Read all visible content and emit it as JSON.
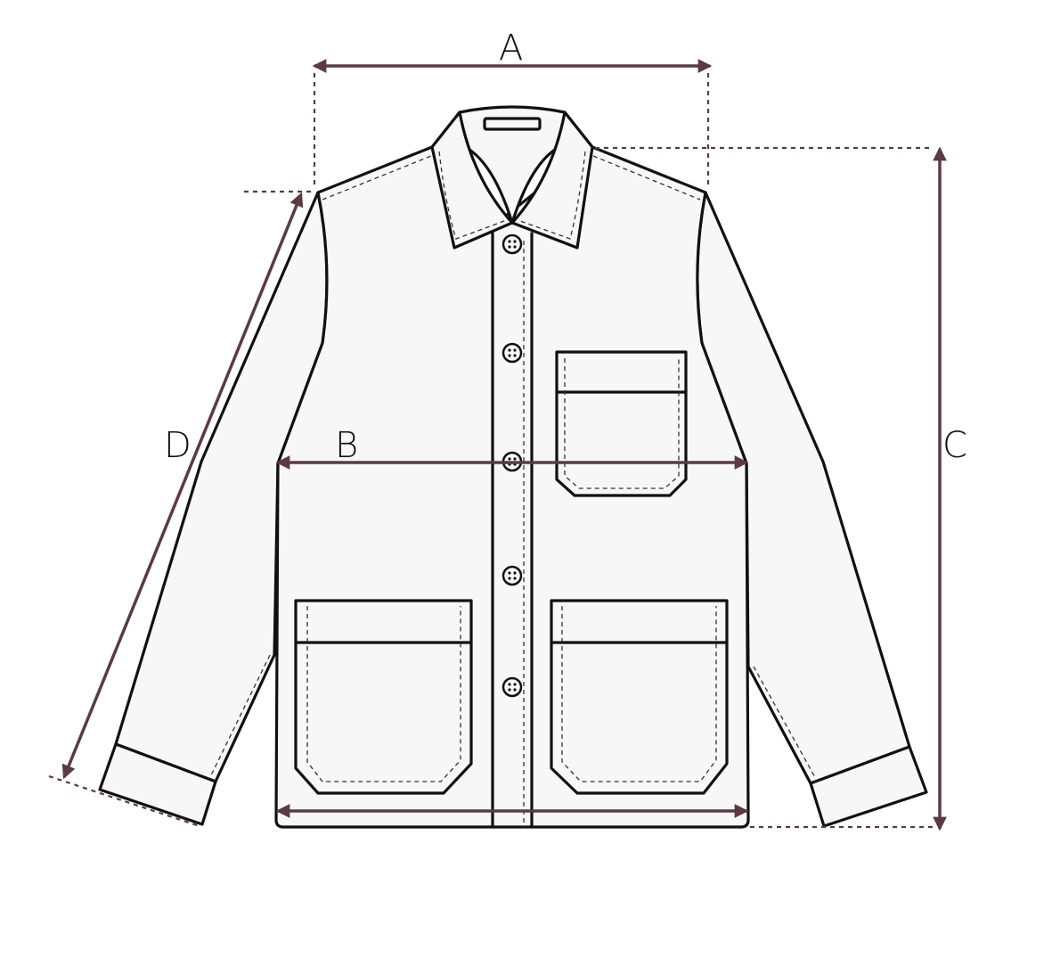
{
  "labels": {
    "a": "A",
    "b": "B",
    "c": "C",
    "d": "D"
  },
  "colors": {
    "outline": "#111111",
    "fill": "#f7f7f7",
    "measure": "#5b3b40",
    "stitch": "#333333"
  }
}
